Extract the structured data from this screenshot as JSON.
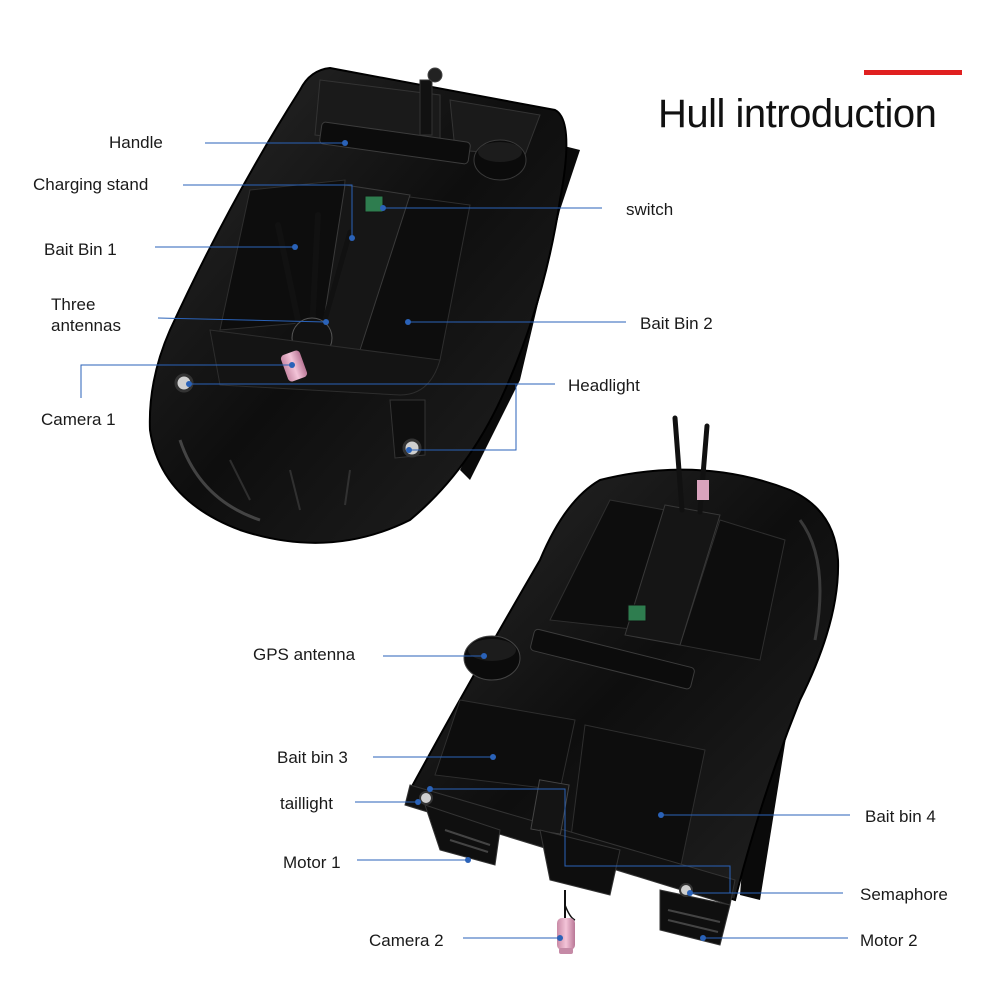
{
  "header": {
    "title": "Hull introduction",
    "accent_color": "#e02020"
  },
  "colors": {
    "leader_line": "#2a62b8",
    "hull": "#151515",
    "camera": "#e8a9c4"
  },
  "top_view": {
    "labels": {
      "handle": "Handle",
      "charging_stand": "Charging stand",
      "switch": "switch",
      "bait_bin_1": "Bait Bin 1",
      "three_antennas_line1": "Three",
      "three_antennas_line2": "antennas",
      "bait_bin_2": "Bait Bin 2",
      "headlight": "Headlight",
      "camera_1": "Camera 1"
    }
  },
  "bottom_view": {
    "labels": {
      "gps_antenna": "GPS antenna",
      "bait_bin_3": "Bait bin 3",
      "taillight": "taillight",
      "bait_bin_4": "Bait bin 4",
      "motor_1": "Motor 1",
      "semaphore": "Semaphore",
      "camera_2": "Camera 2",
      "motor_2": "Motor 2"
    }
  }
}
